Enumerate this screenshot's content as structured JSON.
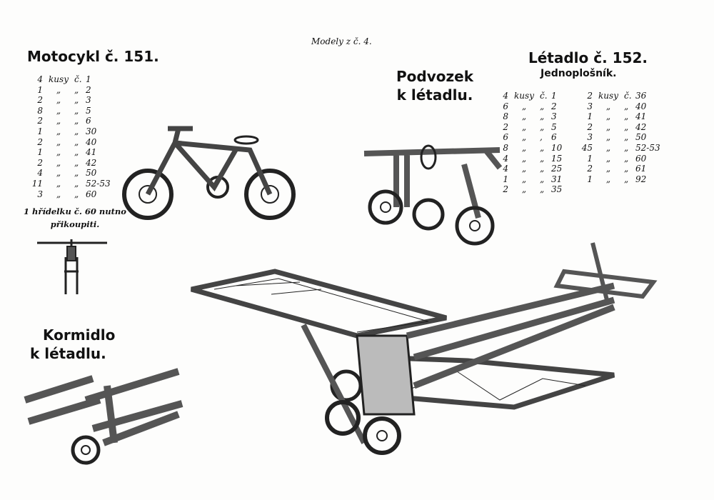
{
  "header": "Modely z č. 4.",
  "motocykl": {
    "title": "Motocykl č. 151.",
    "parts": [
      [
        "4",
        "kusy",
        "č.",
        "1"
      ],
      [
        "1",
        "„",
        "„",
        "2"
      ],
      [
        "2",
        "„",
        "„",
        "3"
      ],
      [
        "8",
        "„",
        "„",
        "5"
      ],
      [
        "2",
        "„",
        "„",
        "6"
      ],
      [
        "1",
        "„",
        "„",
        "30"
      ],
      [
        "2",
        "„",
        "„",
        "40"
      ],
      [
        "1",
        "„",
        "„",
        "41"
      ],
      [
        "2",
        "„",
        "„",
        "42"
      ],
      [
        "4",
        "„",
        "„",
        "50"
      ],
      [
        "11",
        "„",
        "„",
        "52-53"
      ],
      [
        "3",
        "„",
        "„",
        "60"
      ]
    ],
    "note_line1": "1 hřídelku č. 60 nutno",
    "note_line2": "přikoupiti."
  },
  "podvozek": {
    "line1": "Podvozek",
    "line2": "k létadlu."
  },
  "letadlo": {
    "title": "Létadlo č. 152.",
    "subtitle": "Jednoplošník.",
    "parts_left": [
      [
        "4",
        "kusy",
        "č.",
        "1"
      ],
      [
        "6",
        "„",
        "„",
        "2"
      ],
      [
        "8",
        "„",
        "„",
        "3"
      ],
      [
        "2",
        "„",
        "„",
        "5"
      ],
      [
        "6",
        "„",
        ",",
        "6"
      ],
      [
        "8",
        "„",
        "„",
        "10"
      ],
      [
        "4",
        "„",
        "„",
        "15"
      ],
      [
        "4",
        "„",
        "„",
        "25"
      ],
      [
        "1",
        "„",
        "„",
        "31"
      ],
      [
        "2",
        "„",
        "„",
        "35"
      ]
    ],
    "parts_right": [
      [
        "2",
        "kusy",
        "č.",
        "36"
      ],
      [
        "3",
        "„",
        "„",
        "40"
      ],
      [
        "1",
        "„",
        "„",
        "41"
      ],
      [
        "2",
        "„",
        "„",
        "42"
      ],
      [
        "3",
        "„",
        "„",
        "50"
      ],
      [
        "45",
        "„",
        "„",
        "52-53"
      ],
      [
        "1",
        "„",
        "„",
        "60"
      ],
      [
        "2",
        "„",
        "„",
        "61"
      ],
      [
        "1",
        "„",
        "„",
        "92"
      ]
    ]
  },
  "kormidlo": {
    "line1": "Kormidlo",
    "line2": "k létadlu."
  }
}
